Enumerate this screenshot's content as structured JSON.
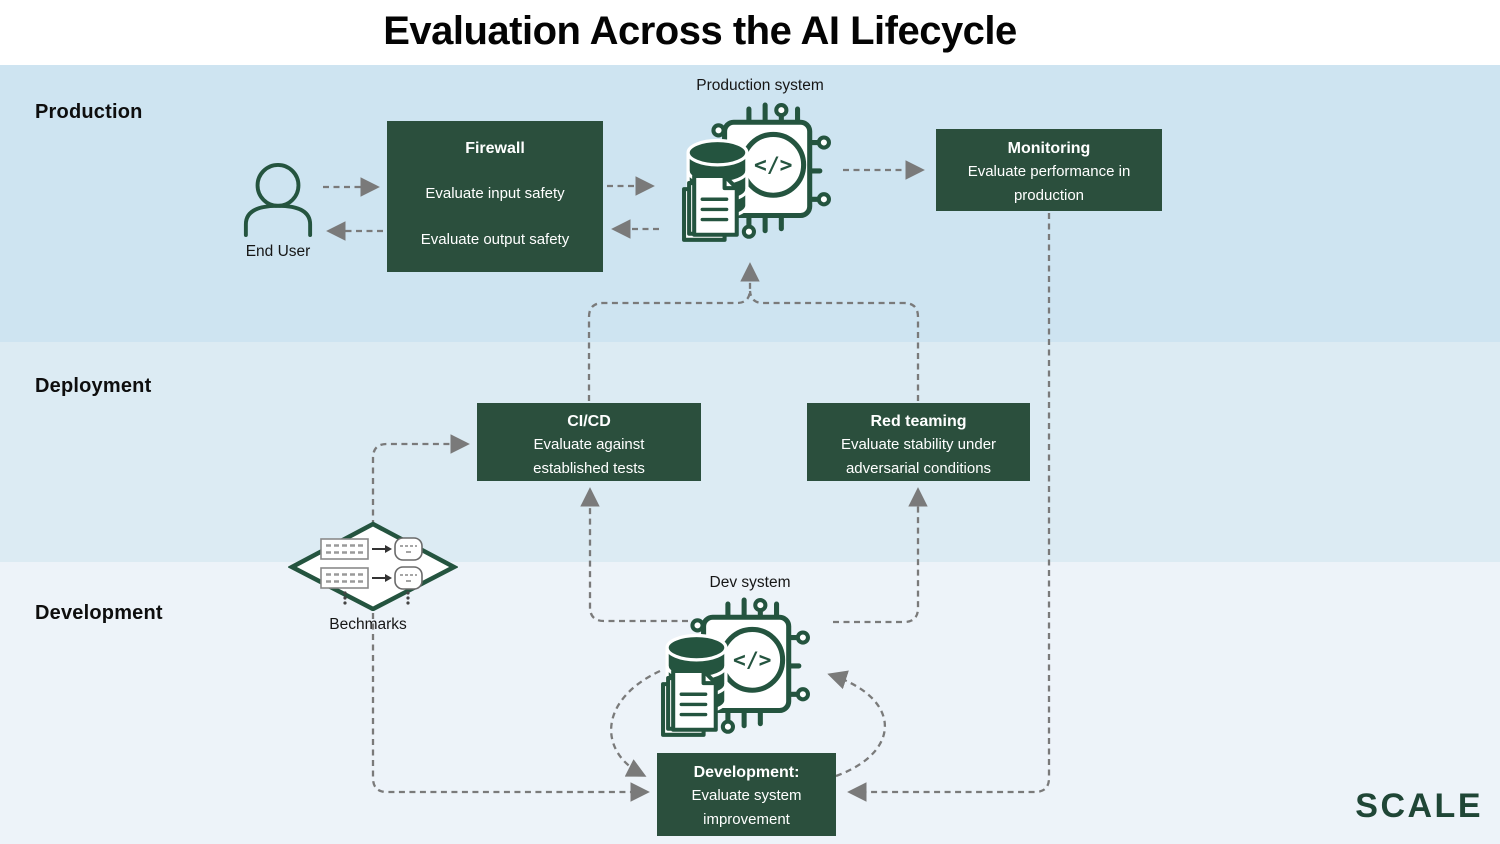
{
  "title": "Evaluation Across the AI Lifecycle",
  "bands": {
    "production": {
      "label": "Production"
    },
    "deployment": {
      "label": "Deployment"
    },
    "development": {
      "label": "Development"
    }
  },
  "actors": {
    "end_user": {
      "label": "End User",
      "icon": "person-icon"
    },
    "production_system": {
      "label": "Production system",
      "icon": "ai-system-icon"
    },
    "dev_system": {
      "label": "Dev system",
      "icon": "ai-system-icon"
    },
    "benchmarks": {
      "label": "Bechmarks",
      "icon": "benchmarks-icon"
    }
  },
  "boxes": {
    "firewall": {
      "title": "Firewall",
      "line1": "Evaluate input safety",
      "line2": "Evaluate output safety"
    },
    "monitoring": {
      "title": "Monitoring",
      "body": "Evaluate performance in production"
    },
    "cicd": {
      "title": "CI/CD",
      "body": "Evaluate against established tests"
    },
    "red_teaming": {
      "title": "Red teaming",
      "body": "Evaluate stability under adversarial conditions"
    },
    "development": {
      "title": "Development:",
      "body": "Evaluate system improvement"
    }
  },
  "logo": "SCALE",
  "colors": {
    "band_production": "#cee4f1",
    "band_deployment": "#dcebf3",
    "band_development": "#edf3f9",
    "box_green": "#2b4f3d",
    "icon_green": "#24543f",
    "arrow_gray": "#7a7a7a",
    "text_dark": "#121212",
    "logo_green": "#1f4636"
  }
}
